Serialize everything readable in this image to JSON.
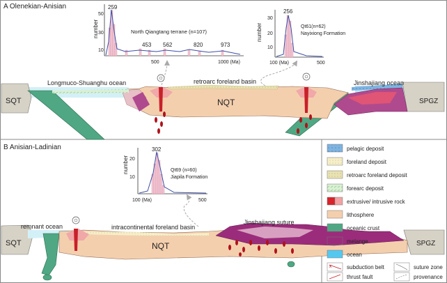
{
  "panel_a": {
    "title": "A  Olenekian-Anisian",
    "hist1": {
      "y_label": "number",
      "y_ticks": [
        "50",
        "30",
        "10"
      ],
      "x_ticks": [
        "500",
        "1000 (Ma)"
      ],
      "peaks": [
        "259",
        "453",
        "562",
        "820",
        "973"
      ],
      "caption": "North Qiangtang terrane  (n=107)"
    },
    "hist2": {
      "y_label": "number",
      "y_ticks": [
        "30",
        "20",
        "10"
      ],
      "x_ticks": [
        "100 (Ma)",
        "500"
      ],
      "peak": "256",
      "caption_line1": "Qt61(n=62)",
      "caption_line2": "Nayixiong Formation"
    },
    "labels": {
      "ocean_left": "Longmuco-Shuanghu ocean",
      "basin": "retroarc foreland basin",
      "ocean_right": "Jinshajiang ocean",
      "sqt": "SQT",
      "nqt": "NQT",
      "spgz": "SPGZ"
    }
  },
  "panel_b": {
    "title": "B  Anisian-Ladinian",
    "hist": {
      "y_label": "number",
      "y_ticks": [
        "20",
        "10"
      ],
      "x_ticks": [
        "100 (Ma)",
        "500"
      ],
      "peak": "302",
      "caption_line1": "Qt69 (n=60)",
      "caption_line2": "Jiapila Formation"
    },
    "labels": {
      "remnant": "remnant ocean",
      "basin": "intracontinental foreland basin",
      "suture": "Jinshajiang suture",
      "sqt": "SQT",
      "nqt": "NQT",
      "spgz": "SPGZ"
    }
  },
  "legend": {
    "items": [
      {
        "label": "pelagic deposit",
        "color": "#7fb3e0"
      },
      {
        "label": "foreland deposit",
        "color": "#f6efc9"
      },
      {
        "label": "retroarc foreland deposit",
        "color": "#e9e2b2"
      },
      {
        "label": "forearc deposit",
        "color": "#d9f0d2"
      },
      {
        "label": "extrusive/ intrusive rock",
        "color": "#d8232a"
      },
      {
        "label": "lithosphere",
        "color": "#f4cfae"
      },
      {
        "label": "oceanic crust",
        "color": "#4fa883"
      },
      {
        "label": "melange",
        "color": "#9b2c7b"
      },
      {
        "label": "ocean",
        "color": "#55c8ef"
      }
    ],
    "subduction": "subduction belt",
    "thrust": "thrust fault",
    "suture": "suture zone",
    "provenance": "provenance"
  }
}
